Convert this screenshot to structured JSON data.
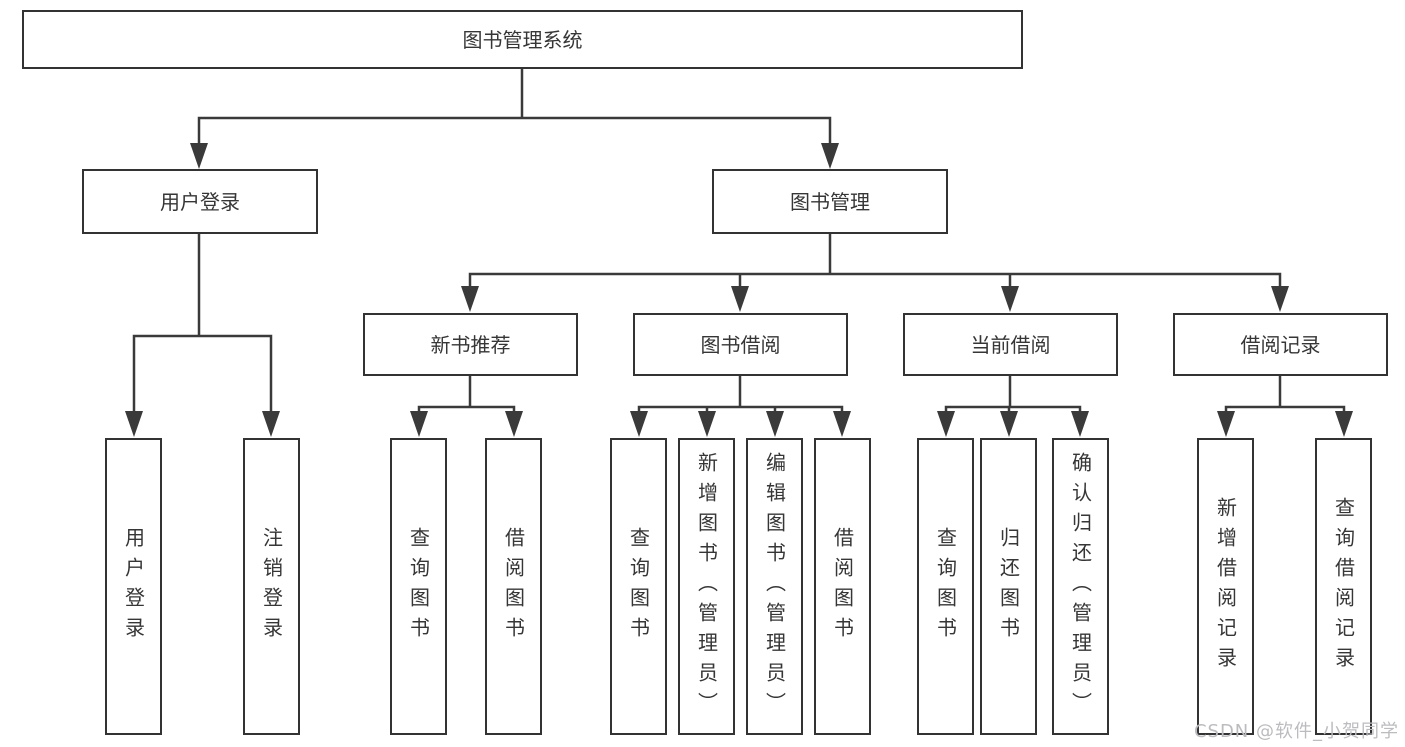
{
  "tree": {
    "label": "图书管理系统",
    "children": [
      {
        "label": "用户登录",
        "children": [
          {
            "label": "用户登录"
          },
          {
            "label": "注销登录"
          }
        ]
      },
      {
        "label": "图书管理",
        "children": [
          {
            "label": "新书推荐",
            "children": [
              {
                "label": "查询图书"
              },
              {
                "label": "借阅图书"
              }
            ]
          },
          {
            "label": "图书借阅",
            "children": [
              {
                "label": "查询图书"
              },
              {
                "label": "新增图书（管理员）"
              },
              {
                "label": "编辑图书（管理员）"
              },
              {
                "label": "借阅图书"
              }
            ]
          },
          {
            "label": "当前借阅",
            "children": [
              {
                "label": "查询图书"
              },
              {
                "label": "归还图书"
              },
              {
                "label": "确认归还（管理员）"
              }
            ]
          },
          {
            "label": "借阅记录",
            "children": [
              {
                "label": "新增借阅记录"
              },
              {
                "label": "查询借阅记录"
              }
            ]
          }
        ]
      }
    ]
  },
  "watermark": {
    "text": "CSDN @软件_小贺同学"
  },
  "colors": {
    "line": "#3a3a3a",
    "box_border": "#333333",
    "text": "#363636",
    "background": "#ffffff",
    "watermark": "#bcbcc0"
  }
}
